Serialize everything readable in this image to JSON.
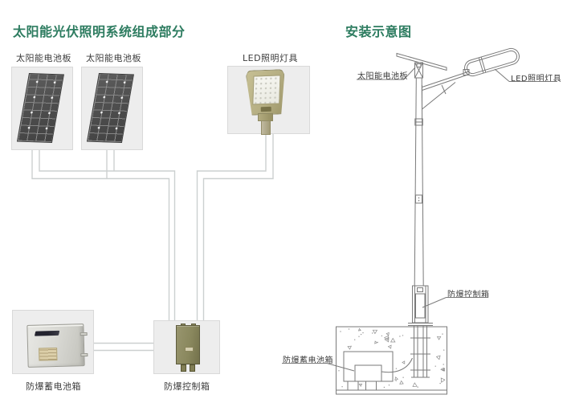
{
  "sections": {
    "components": {
      "title": "太阳能光伏照明系统组成部分",
      "items": [
        {
          "id": "panel-1",
          "label": "太阳能电池板"
        },
        {
          "id": "panel-2",
          "label": "太阳能电池板"
        },
        {
          "id": "led",
          "label": "LED照明灯具"
        },
        {
          "id": "battery",
          "label": "防爆蓄电池箱"
        },
        {
          "id": "control",
          "label": "防爆控制箱"
        }
      ]
    },
    "installation": {
      "title": "安装示意图",
      "callouts": [
        {
          "id": "panel",
          "label": "太阳能电池板"
        },
        {
          "id": "led",
          "label": "LED照明灯具"
        },
        {
          "id": "control",
          "label": "防爆控制箱"
        },
        {
          "id": "battery",
          "label": "防爆蓄电池箱"
        }
      ]
    }
  },
  "colors": {
    "accent_green": "#2d7c60",
    "label_text": "#3d3d3d",
    "wire_gray": "#ccd0d0",
    "diagram_line": "#7a7a7a",
    "lamp_khaki": "#b6af83",
    "control_olive": "#8a885e",
    "panel_dark": "#4b4b4b",
    "container_bg": "#ededed",
    "container_border": "#d9d9d9"
  }
}
